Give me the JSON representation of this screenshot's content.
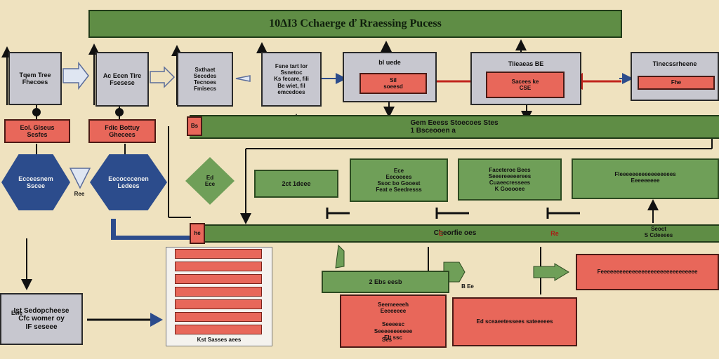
{
  "diagram": {
    "title": "10ΔΙ3 Cchaerge ď Rraessing Pucess",
    "boxes": {
      "gray1": "Tqem Tree\nFhecoes",
      "gray2": "Ac Ecen Tire\nFsesese",
      "gray3": "Sxthaet\nSecedes\nTecnoes\nFmisecs",
      "gray4": "Fsne tart lor\nSsnetoc\nKs fecare, fili\nBe wiet, fil\nemcedoes",
      "gray5": "bl uede",
      "red5": "Sil\nsoeesd",
      "gray6": "Tlieaeas BE",
      "red6": "Sacees ke\nCSE",
      "gray7": "Tinecssrheene",
      "red7": "Fhe",
      "red_left1": "Eol. Glseus\nSesfes",
      "red_left2": "Fdic Bottuy\nGhecees",
      "hex1": "Ecceesnem\nSscee",
      "hex2": "Eecocccenen\nLedees",
      "diamond": "Ed\nEce",
      "band_top": "Gem Eeess Stoecoes Stes\n1 Bsceooen a",
      "green_box1": "2ct 1deee",
      "green_box2": "Ece\nEecoeees\nSsoc bo Gooest\nFeat  e Seedresss",
      "green_box3": "Faceteroe Bees\nSeeereeeeerees\nCuaeecressees\nK Gooooee",
      "green_box4": "Fleeeeeeeeeeeeeeeees\nEeeeeeeee",
      "band_mid": "Cheorfie oes",
      "band_mid_right": "Seoct\nS Cdeeees",
      "band_mid_left_tag": "he",
      "band_mid_mark1": "E",
      "band_mid_mark2": "Re",
      "bottom_left": "Ist Sedopcheese\nCfc womer oy\nIF seseee",
      "stack_caption": "Kst Sasses aees",
      "green_arrow": "2 Ebs eesb",
      "green_arrow_tag": "B Ee",
      "red_bottom1": "Seemeeeeh\nEeeeeeee",
      "red_bottom2": "Seeeesc\nSeeeeeeeeeee\nElt ssc",
      "red_bottom3": "Ed sceaeetessees sateeeees",
      "red_right": "Feeeeeeeeeeeeeeeeeeeeeeeeeeeeeee",
      "small_tag1": "Ree",
      "small_tag2": "Ewe",
      "small_tag3": "Ses",
      "side_tag": "Bs"
    },
    "colors": {
      "background": "#efe2bf",
      "green": "#5f8d45",
      "red": "#e8675a",
      "gray": "#c7c7cf",
      "navy": "#2c4c8c"
    }
  }
}
